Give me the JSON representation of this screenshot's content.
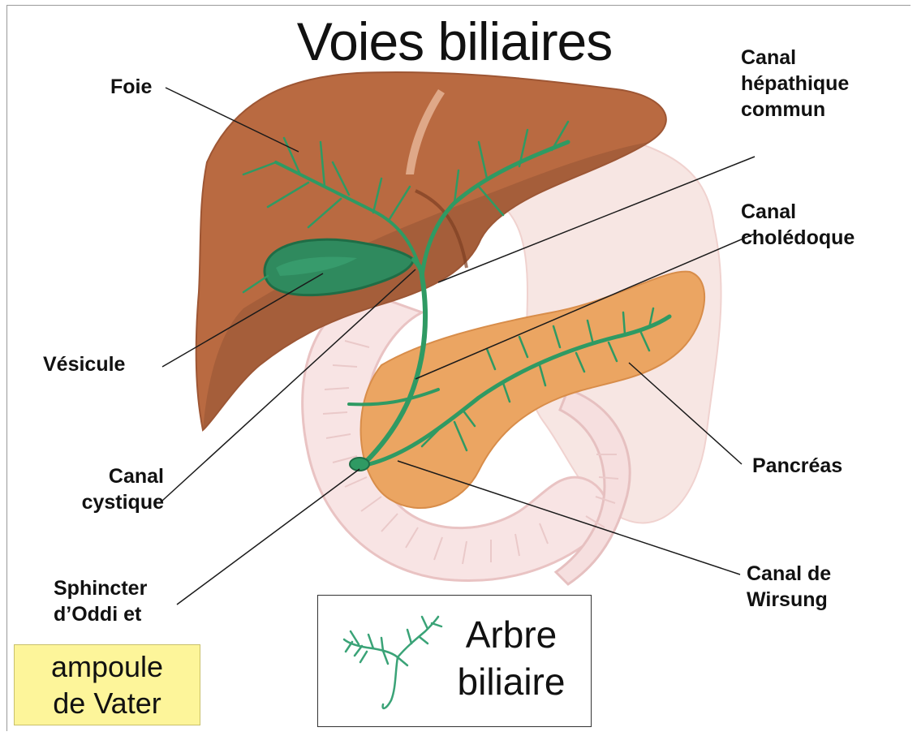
{
  "title": "Voies biliaires",
  "labels": {
    "foie": "Foie",
    "canal_hepatique": [
      "Canal",
      "hépathique",
      "commun"
    ],
    "canal_choledoque": [
      "Canal",
      "cholédoque"
    ],
    "vesicule": "Vésicule",
    "pancreas": "Pancréas",
    "canal_cystique": [
      "Canal",
      "cystique"
    ],
    "sphincter": [
      "Sphincter",
      "d’Oddi et"
    ],
    "canal_wirsung": [
      "Canal de",
      "Wirsung"
    ]
  },
  "ampoule_box": [
    "ampoule",
    "de Vater"
  ],
  "arbre_box": [
    "Arbre",
    "biliaire"
  ],
  "colors": {
    "liver": "#b8683f",
    "liver_dark": "#8e4f33",
    "gallbladder": "#2c8a5c",
    "bile_duct": "#2f9a63",
    "pancreas": "#e9a35c",
    "intestine": "#f5dede",
    "stomach": "#f7e3e0",
    "highlight_box": "#fdf59a"
  }
}
